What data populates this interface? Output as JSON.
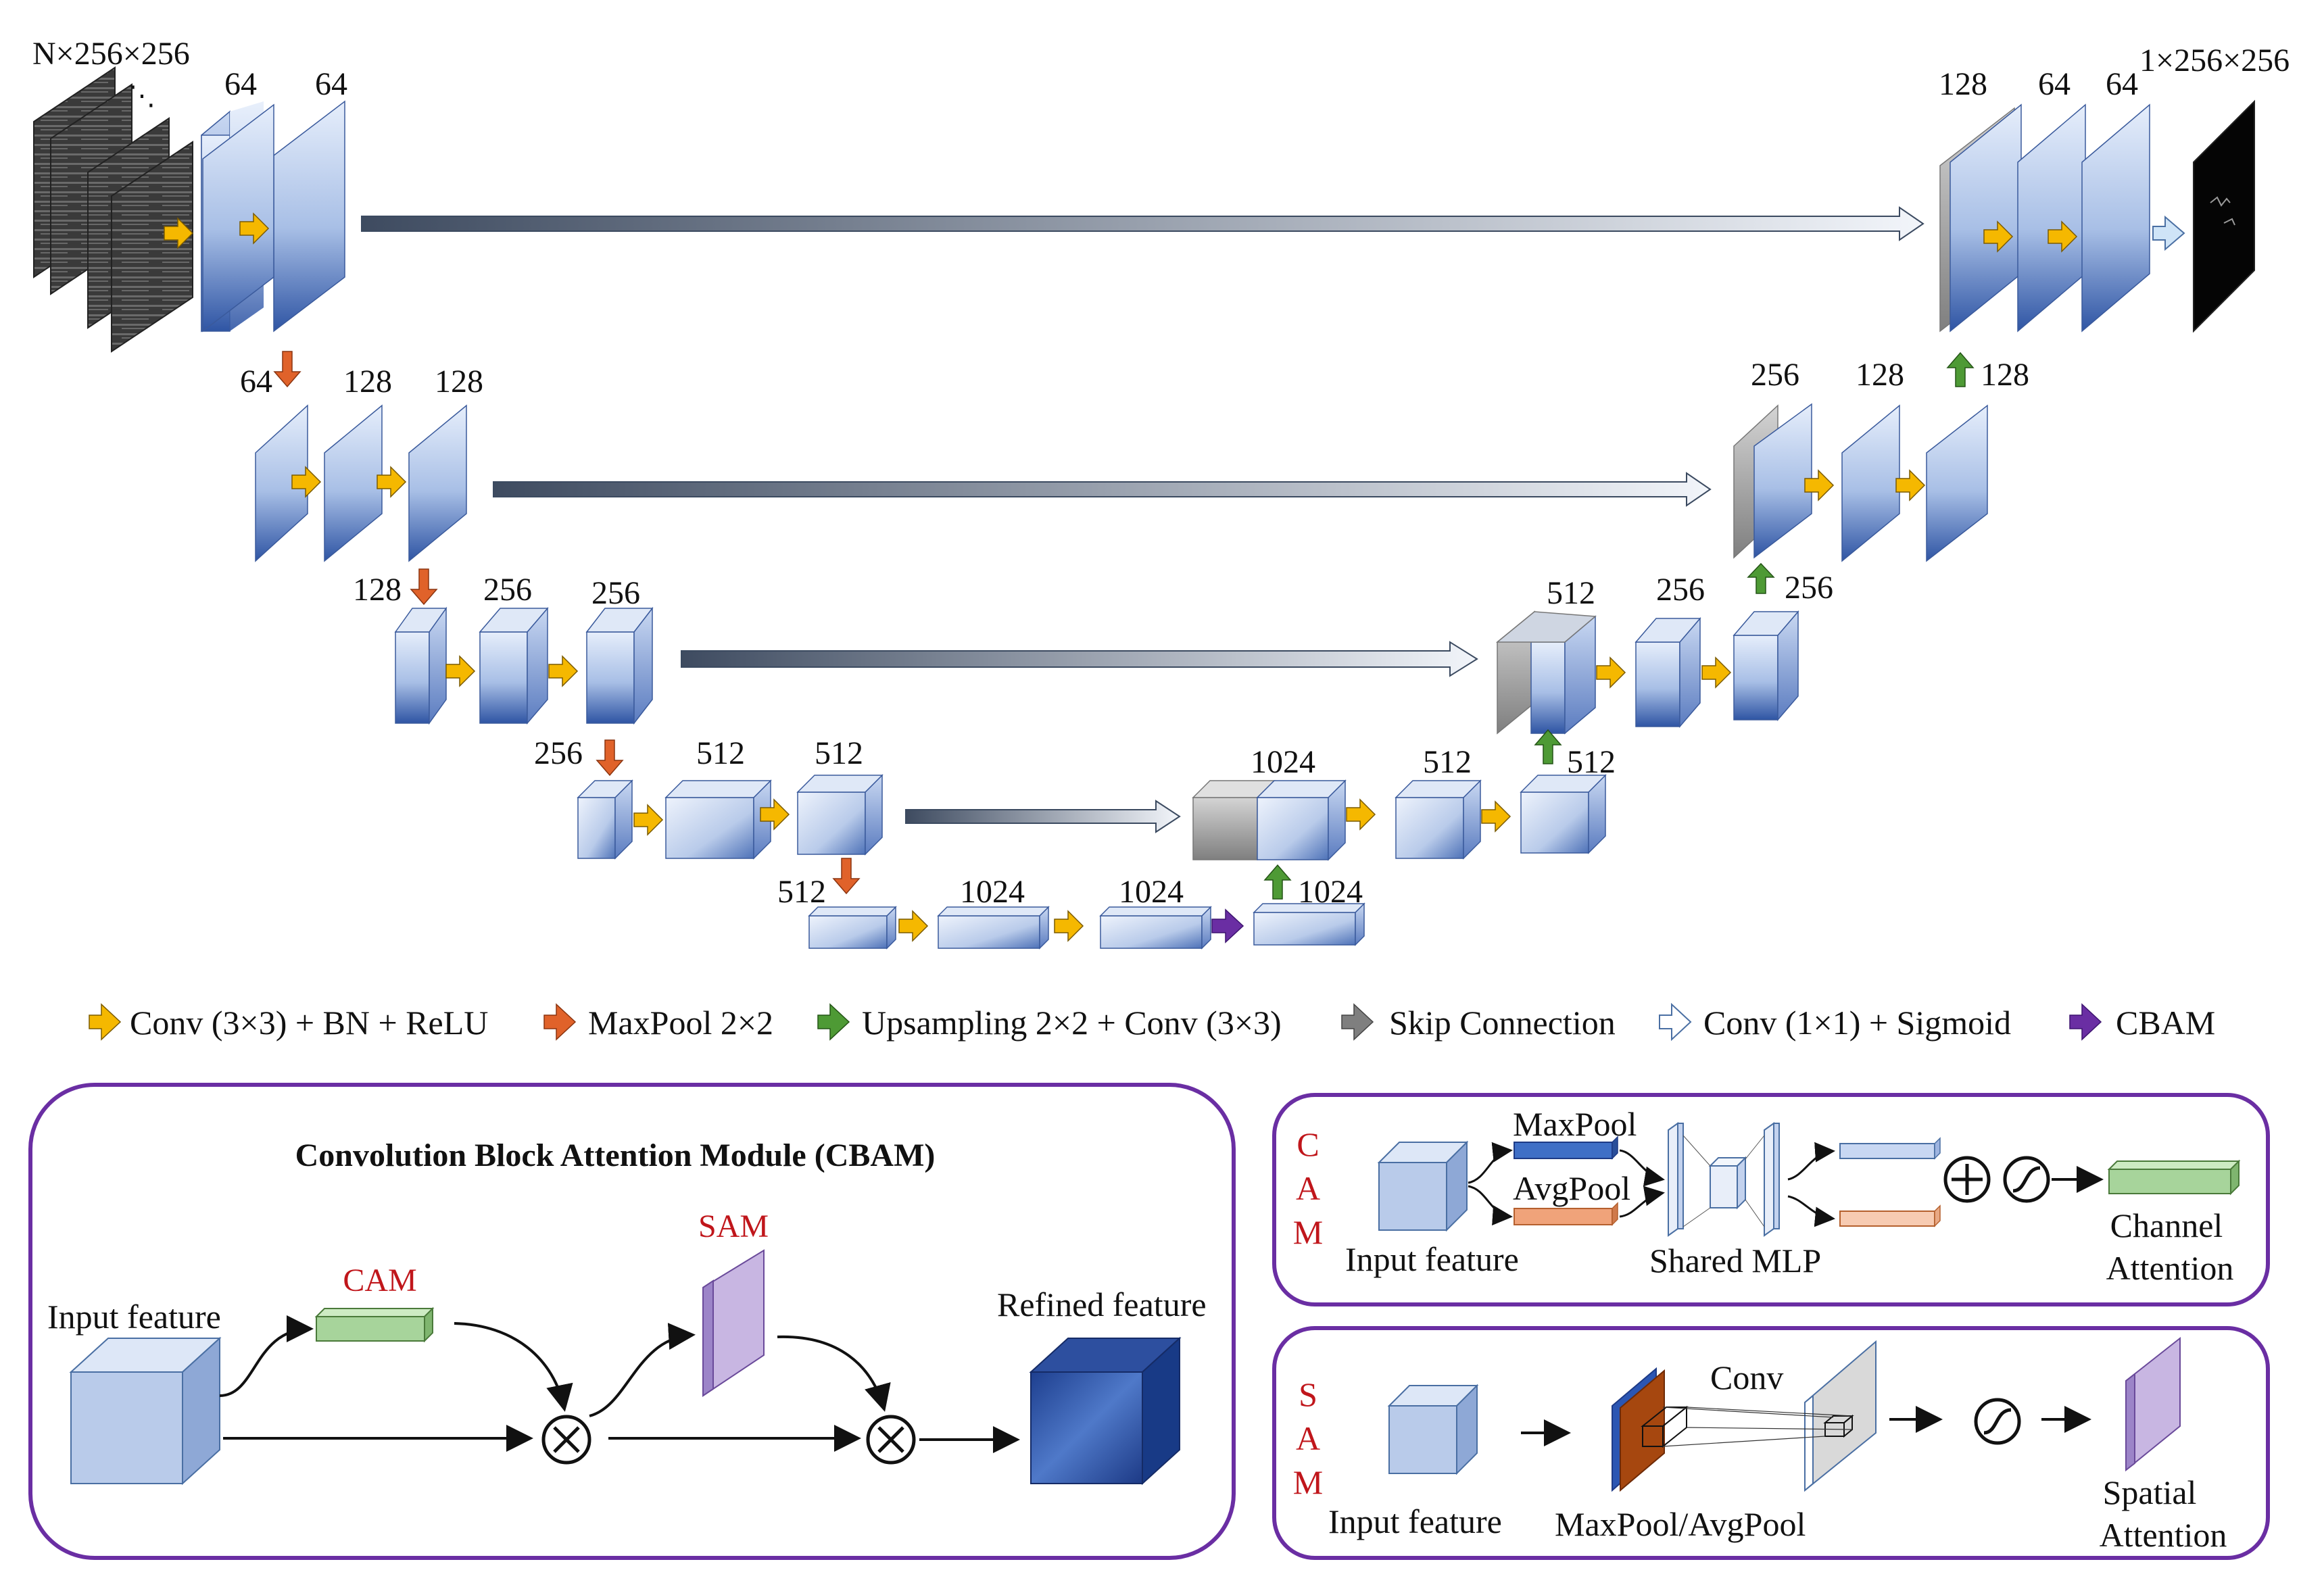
{
  "encoder": {
    "input_label": "N×256×256",
    "l1": [
      "64",
      "64"
    ],
    "l2": [
      "64",
      "128",
      "128"
    ],
    "l3": [
      "128",
      "256",
      "256"
    ],
    "l4": [
      "256",
      "512",
      "512"
    ],
    "l5": [
      "512",
      "1024",
      "1024"
    ]
  },
  "decoder": {
    "bottleneck_up": "1024",
    "l4": [
      "1024",
      "512",
      "512"
    ],
    "up4": "512",
    "l3": [
      "512",
      "256"
    ],
    "up3": "256",
    "l2": [
      "256",
      "128"
    ],
    "up2": "128",
    "l1": [
      "128",
      "64",
      "64"
    ],
    "output_label": "1×256×256"
  },
  "legend": {
    "conv": "Conv (3×3) + BN + ReLU",
    "maxpool": "MaxPool 2×2",
    "upsample": "Upsampling 2×2 + Conv (3×3)",
    "skip": "Skip Connection",
    "conv1": "Conv (1×1) + Sigmoid",
    "cbam": "CBAM"
  },
  "cbam_panel": {
    "title": "Convolution Block Attention Module (CBAM)",
    "input": "Input feature",
    "cam": "CAM",
    "sam": "SAM",
    "refined": "Refined feature"
  },
  "cam_panel": {
    "side": [
      "C",
      "A",
      "M"
    ],
    "maxpool": "MaxPool",
    "avgpool": "AvgPool",
    "input": "Input feature",
    "mlp": "Shared MLP",
    "out1": "Channel",
    "out2": "Attention"
  },
  "sam_panel": {
    "side": [
      "S",
      "A",
      "M"
    ],
    "input": "Input feature",
    "conv": "Conv",
    "pool": "MaxPool/AvgPool",
    "out1": "Spatial",
    "out2": "Attention"
  },
  "colors": {
    "conv_arrow": "#f5b800",
    "maxpool_arrow": "#e0622a",
    "upsample_arrow": "#4e9a35",
    "skip_arrow": "#6b6b6b",
    "conv1_arrow": "#cfe4f7",
    "cbam_arrow": "#6a2ea3",
    "panel_border": "#6a2ea3"
  }
}
